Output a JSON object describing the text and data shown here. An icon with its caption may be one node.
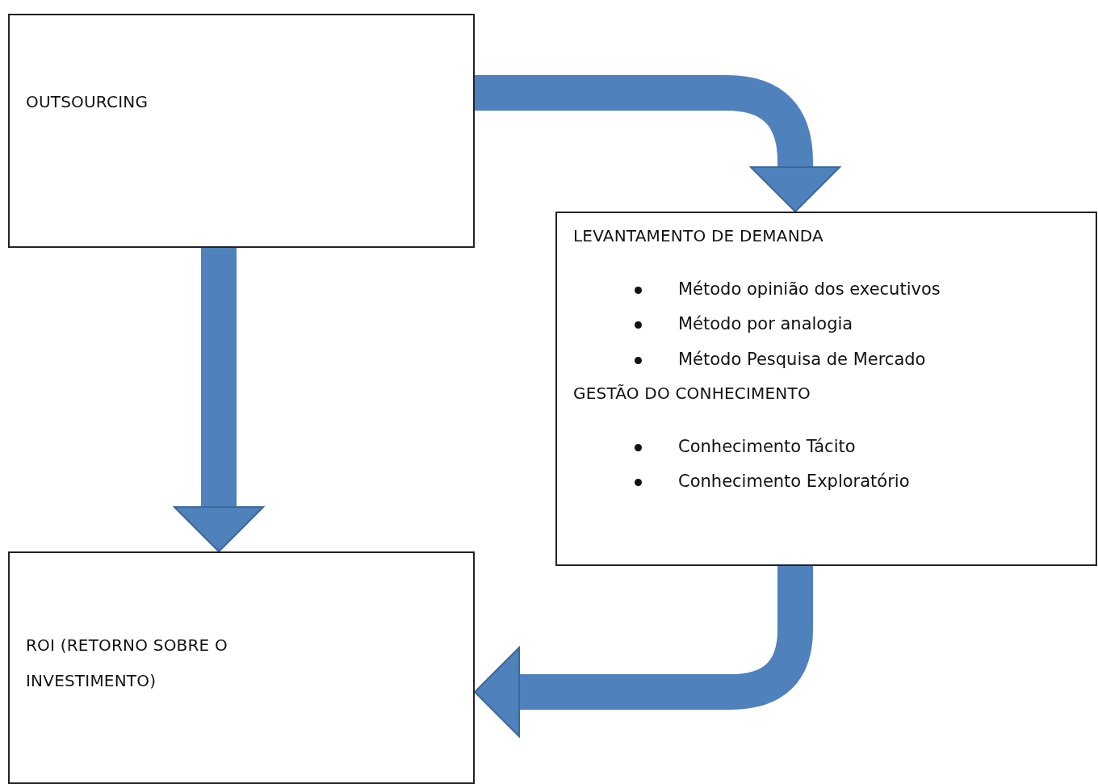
{
  "diagram": {
    "nodes": [
      {
        "text": [
          "OUTSOURCING"
        ]
      },
      {
        "text": [
          "LEVANTAMENTO DE DEMANDA",
          "Método opinião dos executivos",
          "Método por analogia",
          "Método Pesquisa de Mercado",
          "GESTÃO DO CONHECIMENTO",
          "Conhecimento Tácito",
          "Conhecimento Exploratório"
        ]
      },
      {
        "text": [
          "ROI (RETORNO SOBRE O INVESTIMENTO)"
        ]
      }
    ],
    "edges": [
      {
        "from": 0,
        "to": 1,
        "arrow": "to"
      },
      {
        "from": 0,
        "to": 2,
        "arrow": "to"
      },
      {
        "from": 1,
        "to": 2,
        "arrow": "to"
      }
    ]
  }
}
